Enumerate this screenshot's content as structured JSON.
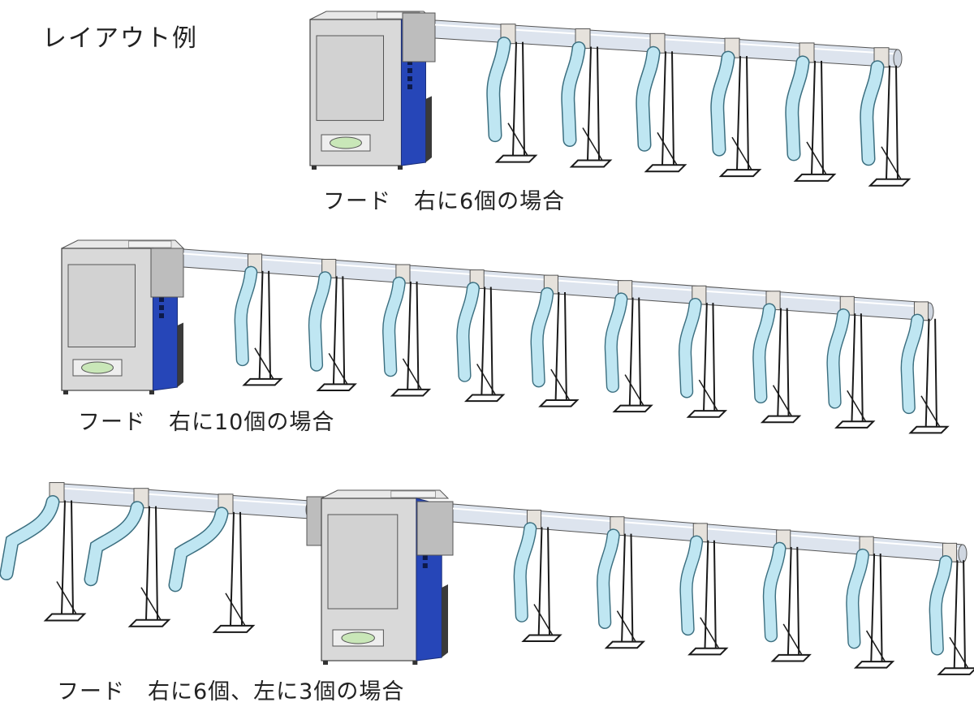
{
  "title": "レイアウト例",
  "layouts": [
    {
      "caption": "フード　右に6個の場合",
      "right_hoods": 6,
      "left_hoods": 0
    },
    {
      "caption": "フード　右に10個の場合",
      "right_hoods": 10,
      "left_hoods": 0
    },
    {
      "caption": "フード　右に6個、左に3個の場合",
      "right_hoods": 6,
      "left_hoods": 3
    }
  ],
  "colors": {
    "cabinet": "#d9d9d9",
    "panel_blue": "#2646b8",
    "duct": "#dde4ee",
    "hood": "#bfe6f2",
    "stand": "#1a1a1a"
  }
}
